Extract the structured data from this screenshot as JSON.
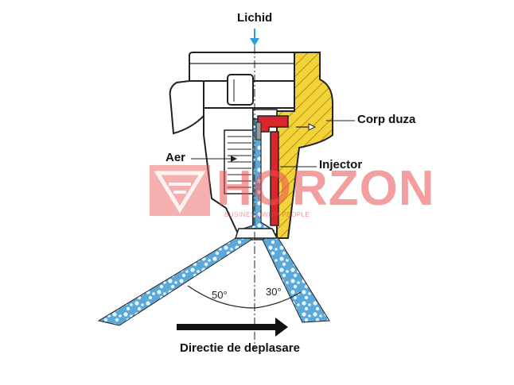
{
  "labels": {
    "liquid": "Lichid",
    "nozzle_body": "Corp duza",
    "air": "Aer",
    "injector": "Injector",
    "direction": "Directie de deplasare"
  },
  "angles": {
    "left": "50°",
    "right": "30°"
  },
  "watermark": {
    "brand": "HORZON",
    "tagline": "BUSINESS WITH PEOPLE"
  },
  "colors": {
    "nozzle_body": "#f2d33a",
    "injector": "#d8262b",
    "spray": "#5aa9d8",
    "arrow": "#2e9fd6",
    "watermark": "#e85050"
  },
  "icons": {
    "liquid_inlet": "arrow-down-icon",
    "air_inlet": "arrow-right-icon",
    "direction": "arrow-right-icon"
  }
}
